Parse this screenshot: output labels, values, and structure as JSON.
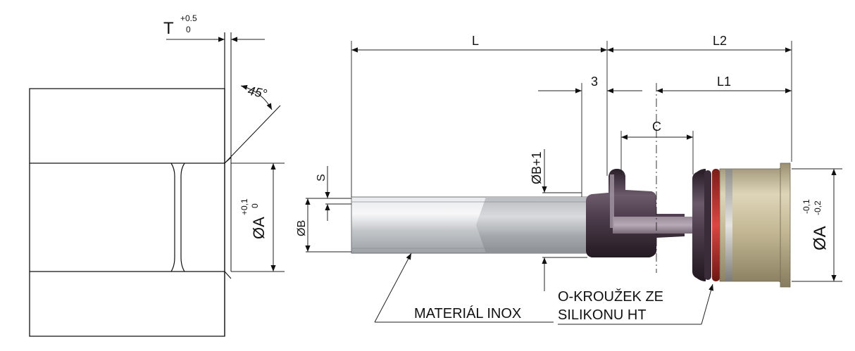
{
  "labels": {
    "T": "T",
    "T_tol_upper": "+0.5",
    "T_tol_lower": "0",
    "angle": "45°",
    "dA_left": "ØA",
    "dA_left_tol_upper": "+0,1",
    "dA_left_tol_lower": "0",
    "L": "L",
    "L2": "L2",
    "three": "3",
    "L1": "L1",
    "C": "C",
    "dB1": "ØB+1",
    "S": "S",
    "dB": "ØB",
    "dA_right": "ØA",
    "dA_right_tol_upper": "-0,1",
    "dA_right_tol_lower": "-0,2"
  },
  "notes": {
    "material": "MATERIÁL INOX",
    "oring_line1": "O-KROUŽEK ZE",
    "oring_line2": "SILIKONU HT"
  },
  "colors": {
    "tube": "#c9cccf",
    "body": "#4a3b48",
    "oring": "#c23a32",
    "sleeve": "#cbbf9e"
  }
}
